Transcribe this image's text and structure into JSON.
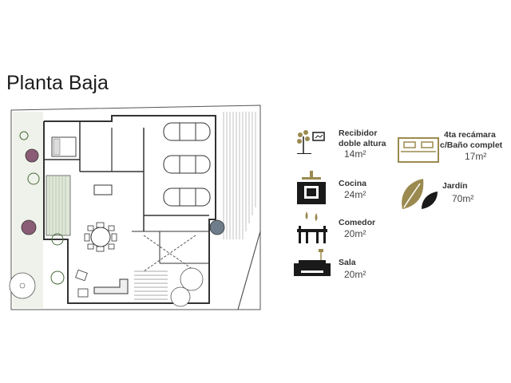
{
  "title": "Planta Baja",
  "rooms": [
    {
      "id": "recibidor",
      "label_line1": "Recibidor",
      "label_line2": "doble  altura",
      "area": "14m²"
    },
    {
      "id": "cocina",
      "label_line1": "Cocina",
      "label_line2": "",
      "area": "24m²"
    },
    {
      "id": "comedor",
      "label_line1": "Comedor",
      "label_line2": "",
      "area": "20m²"
    },
    {
      "id": "sala",
      "label_line1": "Sala",
      "label_line2": "",
      "area": "20m²"
    },
    {
      "id": "recamara",
      "label_line1": "4ta recámara",
      "label_line2": "c/Baño complet",
      "area": "17m²"
    },
    {
      "id": "jardin",
      "label_line1": "Jardín",
      "label_line2": "",
      "area": "70m²"
    }
  ],
  "colors": {
    "accent_gold": "#9b8a4f",
    "icon_black": "#1a1a1a",
    "line": "#555555"
  }
}
